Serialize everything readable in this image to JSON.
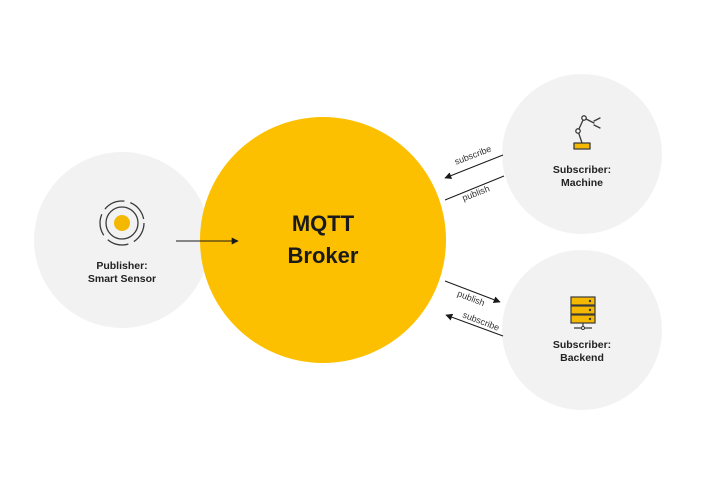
{
  "colors": {
    "broker_fill": "#FCC000",
    "node_fill": "#F2F2F2",
    "edge_stroke": "#1A1A1A",
    "icon_accent": "#F5B800",
    "icon_stroke": "#3A3A3A"
  },
  "broker": {
    "line1": "MQTT",
    "line2": "Broker"
  },
  "publisher": {
    "line1": "Publisher:",
    "line2": "Smart Sensor",
    "icon": "sensor-icon"
  },
  "subscriber_machine": {
    "line1": "Subscriber:",
    "line2": "Machine",
    "icon": "robot-arm-icon"
  },
  "subscriber_backend": {
    "line1": "Subscriber:",
    "line2": "Backend",
    "icon": "server-icon"
  },
  "edges": {
    "machine_subscribe": "subscribe",
    "machine_publish": "publish",
    "backend_publish": "publish",
    "backend_subscribe": "subscribe"
  }
}
